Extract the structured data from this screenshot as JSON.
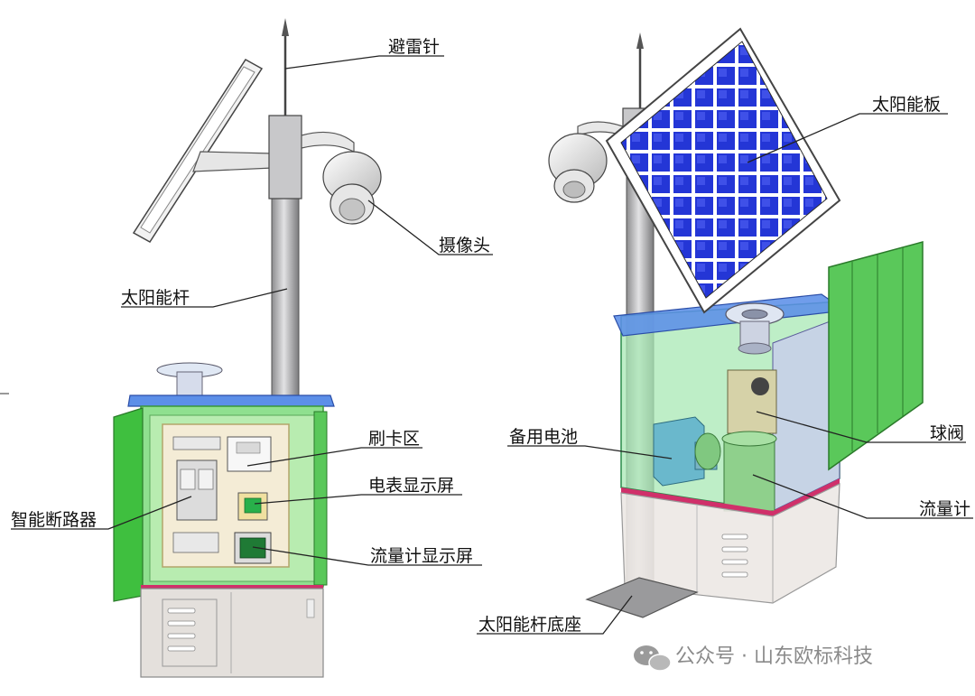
{
  "left_unit": {
    "labels": {
      "lightning_rod": "避雷针",
      "camera": "摄像头",
      "solar_pole": "太阳能杆",
      "card_area": "刷卡区",
      "meter_display": "电表显示屏",
      "smart_breaker": "智能断路器",
      "flowmeter_display": "流量计显示屏"
    }
  },
  "right_unit": {
    "labels": {
      "solar_panel": "太阳能板",
      "backup_battery": "备用电池",
      "ball_valve": "球阀",
      "flowmeter": "流量计",
      "pole_base": "太阳能杆底座"
    }
  },
  "watermark": {
    "text": "公众号 · 山东欧标科技",
    "icon": "wechat-icon"
  },
  "colors": {
    "cabinet_green": "#6fd46f",
    "door_green": "#3fbf3f",
    "roof_blue": "#5c8fe8",
    "solar_cell_blue": "#2436d6",
    "base_gray": "#e4e0dc",
    "pole_gray": "#a8a8aa",
    "seam_pink": "#d0306a"
  }
}
